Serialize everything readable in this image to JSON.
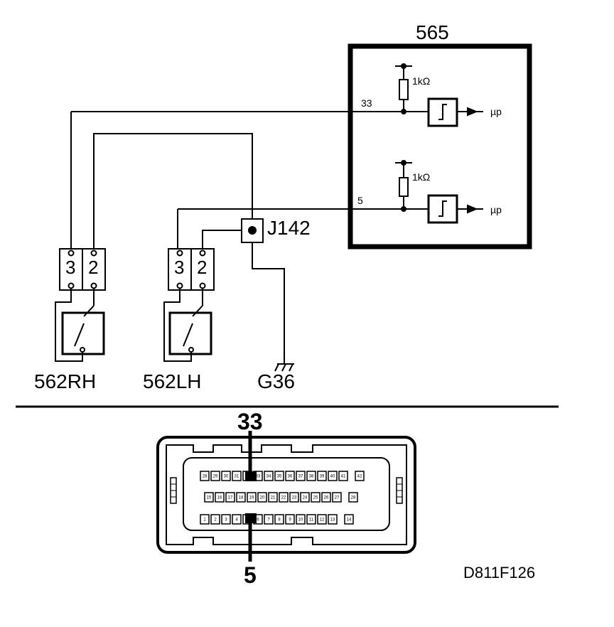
{
  "ecu": {
    "label": "565",
    "pin_upper": "33",
    "pin_lower": "5",
    "resistor_upper": "1kΩ",
    "resistor_lower": "1kΩ",
    "output_upper": "µp",
    "output_lower": "µp"
  },
  "junction": {
    "label": "J142"
  },
  "switches": {
    "rh": {
      "label": "562RH",
      "pin_a": "3",
      "pin_b": "2"
    },
    "lh": {
      "label": "562LH",
      "pin_a": "3",
      "pin_b": "2"
    }
  },
  "ground": {
    "label": "G36"
  },
  "connector": {
    "pin_top_label": "33",
    "pin_bottom_label": "5",
    "row1": [
      "28",
      "29",
      "30",
      "31",
      "32",
      "33",
      "34",
      "35",
      "36",
      "37",
      "38",
      "39",
      "40",
      "41",
      "42"
    ],
    "row2": [
      "15",
      "16",
      "17",
      "18",
      "19",
      "20",
      "21",
      "22",
      "23",
      "24",
      "25",
      "26",
      "27",
      "28"
    ],
    "row3": [
      "1",
      "2",
      "3",
      "4",
      "5",
      "6",
      "7",
      "8",
      "9",
      "10",
      "11",
      "12",
      "13",
      "14"
    ]
  },
  "figure_code": "D811F126"
}
